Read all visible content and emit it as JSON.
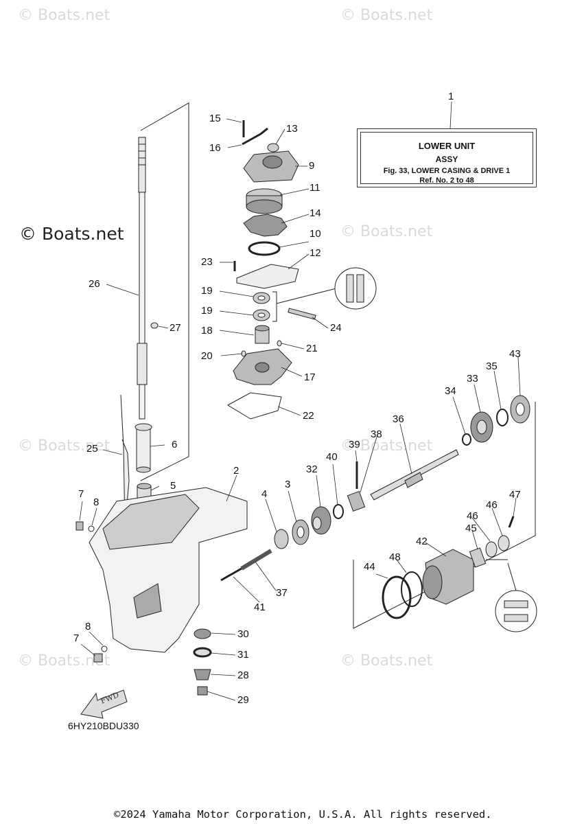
{
  "watermark": "© Boats.net",
  "assembly_box": {
    "ref_number": "1",
    "line1": "LOWER UNIT",
    "line2": "ASSY",
    "line3": "Fig. 33, LOWER CASING & DRIVE 1",
    "line4": "Ref. No. 2 to 48"
  },
  "callouts": {
    "p2": "2",
    "p3": "3",
    "p4": "4",
    "p5": "5",
    "p6": "6",
    "p7a": "7",
    "p7b": "7",
    "p8a": "8",
    "p8b": "8",
    "p9": "9",
    "p10": "10",
    "p11": "11",
    "p12": "12",
    "p13": "13",
    "p14": "14",
    "p15": "15",
    "p16": "16",
    "p17": "17",
    "p18": "18",
    "p19a": "19",
    "p19b": "19",
    "p20": "20",
    "p21": "21",
    "p22": "22",
    "p23": "23",
    "p24": "24",
    "p25": "25",
    "p26": "26",
    "p27": "27",
    "p28": "28",
    "p29": "29",
    "p30": "30",
    "p31": "31",
    "p32": "32",
    "p33": "33",
    "p34": "34",
    "p35": "35",
    "p36": "36",
    "p37": "37",
    "p38": "38",
    "p39": "39",
    "p40": "40",
    "p41": "41",
    "p42": "42",
    "p43": "43",
    "p44": "44",
    "p45": "45",
    "p46a": "46",
    "p46b": "46",
    "p47": "47",
    "p48": "48"
  },
  "fwd_label": "FWD",
  "diagram_code": "6HY210BDU330",
  "copyright": "©2024 Yamaha Motor Corporation, U.S.A. All rights reserved."
}
